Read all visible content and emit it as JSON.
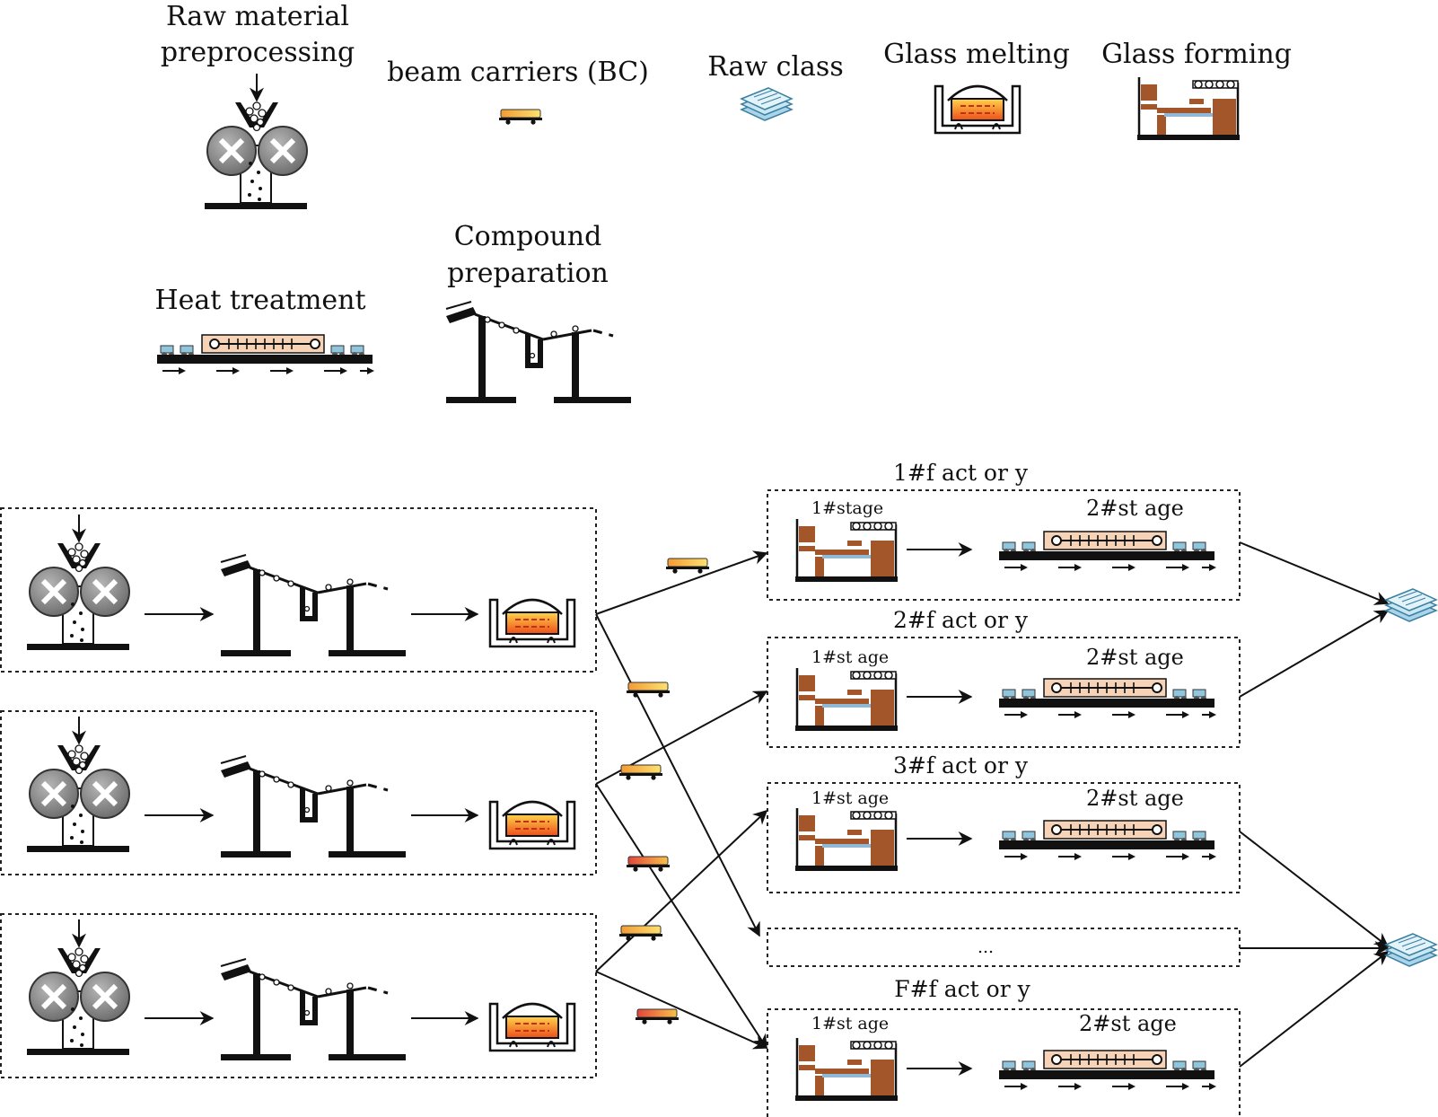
{
  "legend": {
    "raw_material_line1": "Raw material",
    "raw_material_line2": "preprocessing",
    "beam_carriers": "beam carriers (BC)",
    "raw_class": "Raw class",
    "glass_melting": "Glass melting",
    "glass_forming": "Glass forming",
    "heat_treatment": "Heat treatment",
    "compound_line1": "Compound",
    "compound_line2": "preparation"
  },
  "factories": [
    {
      "title": "1#f act or y",
      "stage1": "1#stage",
      "stage2": "2#st age"
    },
    {
      "title": "2#f act or y",
      "stage1": "1#st age",
      "stage2": "2#st age"
    },
    {
      "title": "3#f act or y",
      "stage1": "1#st age",
      "stage2": "2#st age"
    },
    {
      "title": "F#f act or y",
      "stage1": "1#st age",
      "stage2": "2#st age"
    }
  ],
  "ellipsis_box": "...",
  "colors": {
    "steel_brown": "#a2562a",
    "carrier_orange": "#f1a438",
    "carrier_yellow": "#fde070",
    "heat_plate": "#f6d2b7",
    "roller_blue": "#8fc6dd",
    "paper_blue": "#a9d4e9",
    "mill_gray": "#8a8a8a"
  }
}
